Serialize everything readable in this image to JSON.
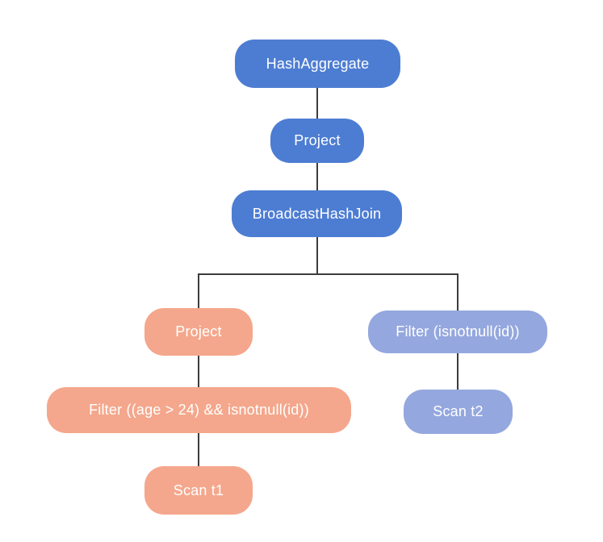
{
  "diagram": {
    "type": "query-plan-tree",
    "colors": {
      "root_branch": "#4D7DD2",
      "left_branch": "#F4A78C",
      "right_branch": "#94A7DE",
      "edge": "#3C3C3C",
      "node_text": "#FFFFFF",
      "background": "#FFFFFF"
    },
    "nodes": [
      {
        "id": "hash_aggregate",
        "label": "HashAggregate",
        "group": "root_branch"
      },
      {
        "id": "project",
        "label": "Project",
        "group": "root_branch"
      },
      {
        "id": "broadcast_hash_join",
        "label": "BroadcastHashJoin",
        "group": "root_branch"
      },
      {
        "id": "project_left",
        "label": "Project",
        "group": "left_branch"
      },
      {
        "id": "filter_left",
        "label": "Filter ((age > 24) && isnotnull(id))",
        "group": "left_branch"
      },
      {
        "id": "scan_t1",
        "label": "Scan t1",
        "group": "left_branch"
      },
      {
        "id": "filter_right",
        "label": "Filter (isnotnull(id))",
        "group": "right_branch"
      },
      {
        "id": "scan_t2",
        "label": "Scan t2",
        "group": "right_branch"
      }
    ],
    "edges": [
      {
        "from": "hash_aggregate",
        "to": "project"
      },
      {
        "from": "project",
        "to": "broadcast_hash_join"
      },
      {
        "from": "broadcast_hash_join",
        "to": "project_left"
      },
      {
        "from": "broadcast_hash_join",
        "to": "filter_right"
      },
      {
        "from": "project_left",
        "to": "filter_left"
      },
      {
        "from": "filter_left",
        "to": "scan_t1"
      },
      {
        "from": "filter_right",
        "to": "scan_t2"
      }
    ]
  }
}
